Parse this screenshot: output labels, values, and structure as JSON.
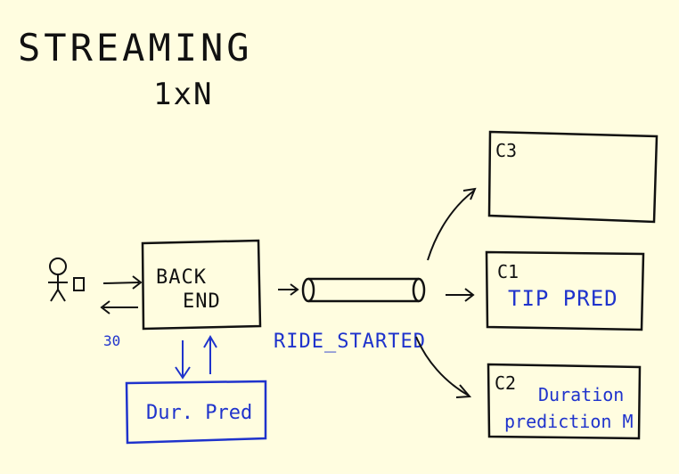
{
  "title": {
    "line1": "STREAMING",
    "line2": "1xN"
  },
  "backend": {
    "line1": "BACK",
    "line2": "END"
  },
  "queue": {
    "label": "RIDE_STARTED"
  },
  "request_label": "30",
  "dur_pred": {
    "label": "Dur. Pred"
  },
  "consumers": {
    "c3": {
      "id": "C3"
    },
    "c1": {
      "id": "C1",
      "label": "TIP PRED"
    },
    "c2": {
      "id": "C2",
      "line1": "Duration",
      "line2": "prediction M"
    }
  },
  "colors": {
    "background": "#fffde0",
    "ink_black": "#111111",
    "ink_blue": "#1f33cc"
  }
}
